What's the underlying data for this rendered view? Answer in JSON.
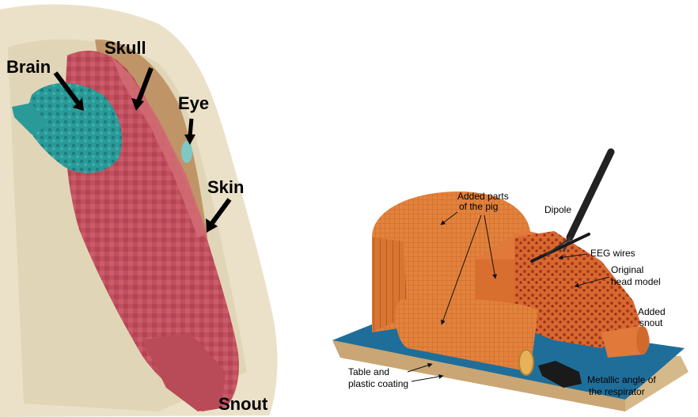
{
  "left_panel": {
    "labels": {
      "brain": "Brain",
      "skull": "Skull",
      "eye": "Eye",
      "skin": "Skin",
      "snout": "Snout"
    }
  },
  "right_panel": {
    "labels": {
      "added_parts_line1": "Added parts",
      "added_parts_line2": "of the pig",
      "dipole": "Dipole",
      "eeg_wires": "EEG wires",
      "original_line1": "Original",
      "original_line2": "head model",
      "added_snout_line1": "Added",
      "added_snout_line2": "snout",
      "table_line1": "Table and",
      "table_line2": "plastic coating",
      "metallic_line1": "Metallic angle of",
      "metallic_line2": "the respirator"
    }
  },
  "colors": {
    "skin": "#e8dcc0",
    "skull": "#b98a5a",
    "tissue": "#c0505e",
    "brain": "#2a9a98",
    "orange": "#e07a36",
    "table_blue": "#1f6e9a",
    "table_edge": "#d6b98a"
  }
}
